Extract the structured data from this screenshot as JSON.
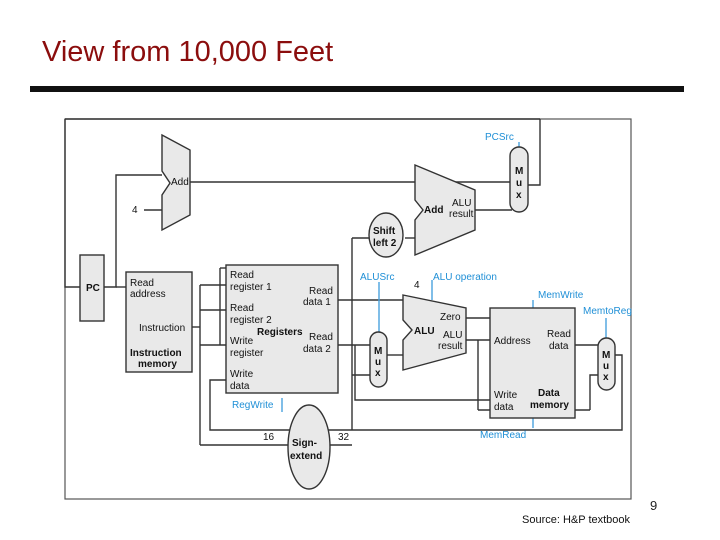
{
  "slide": {
    "title": "View from 10,000 Feet",
    "page_number": "9",
    "source": "Source: H&P textbook"
  },
  "diagram": {
    "pc": "PC",
    "adder_pc": "Add",
    "adder_branch": {
      "name": "Add",
      "result1": "ALU",
      "result2": "result"
    },
    "const_four": "4",
    "shift_left": [
      "Shift",
      "left 2"
    ],
    "instruction_memory": {
      "read_address": [
        "Read",
        "address"
      ],
      "instruction": "Instruction",
      "name": [
        "Instruction",
        "memory"
      ]
    },
    "registers": {
      "name": "Registers",
      "read_reg1": [
        "Read",
        "register 1"
      ],
      "read_reg2": [
        "Read",
        "register 2"
      ],
      "write_reg": [
        "Write",
        "register"
      ],
      "write_data": [
        "Write",
        "data"
      ],
      "read_data1": [
        "Read",
        "data 1"
      ],
      "read_data2": [
        "Read",
        "data 2"
      ]
    },
    "alu": {
      "name": "ALU",
      "zero": "Zero",
      "result": [
        "ALU",
        "result"
      ]
    },
    "data_memory": {
      "address": "Address",
      "read_data": [
        "Read",
        "data"
      ],
      "write_data": [
        "Write",
        "data"
      ],
      "name": [
        "Data",
        "memory"
      ]
    },
    "sign_extend": {
      "name": [
        "Sign-",
        "extend"
      ],
      "in_bits": "16",
      "out_bits": "32"
    },
    "mux_letters": [
      "M",
      "u",
      "x"
    ],
    "alu_op_bits": "4",
    "control": {
      "pcsrc": "PCSrc",
      "alusrc": "ALUSrc",
      "alu_operation": "ALU operation",
      "memwrite": "MemWrite",
      "memtoreg": "MemtoReg",
      "regwrite": "RegWrite",
      "memread": "MemRead"
    },
    "colors": {
      "block_fill": "#e9e9e9",
      "wire": "#333333",
      "control": "#1f8fd6",
      "title": "#8b0d0d"
    }
  }
}
